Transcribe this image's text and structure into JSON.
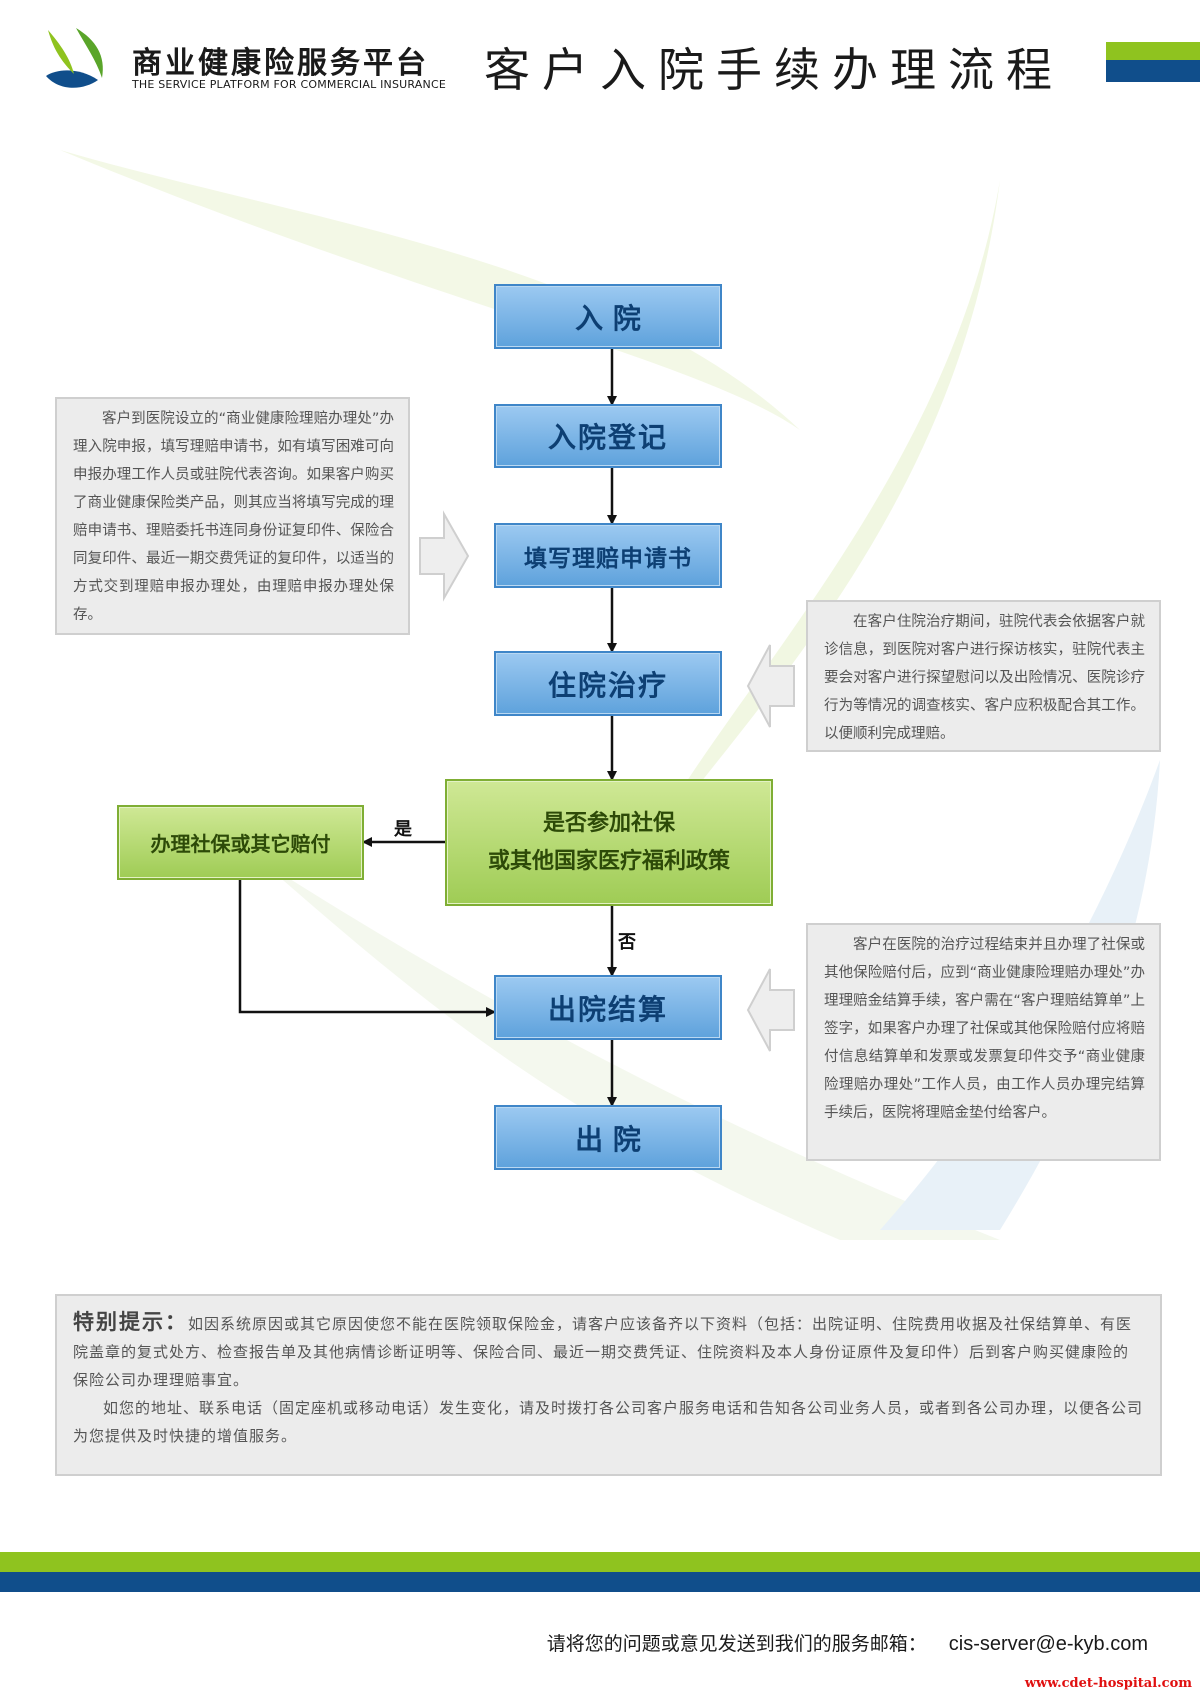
{
  "header": {
    "brand_cn": "商业健康险服务平台",
    "brand_en": "THE SERVICE PLATFORM FOR COMMERCIAL INSURANCE",
    "title": "客户入院手续办理流程"
  },
  "flow": {
    "admit": "入 院",
    "register": "入院登记",
    "claim_form": "填写理赔申请书",
    "treatment": "住院治疗",
    "decision_line1": "是否参加社保",
    "decision_line2": "或其他国家医疗福利政策",
    "social_claim": "办理社保或其它赔付",
    "settlement": "出院结算",
    "discharge": "出 院",
    "yes_label": "是",
    "no_label": "否"
  },
  "notes": {
    "left": "客户到医院设立的“商业健康险理赔办理处”办理入院申报，填写理赔申请书，如有填写困难可向申报办理工作人员或驻院代表咨询。如果客户购买了商业健康保险类产品，则其应当将填写完成的理赔申请书、理赔委托书连同身份证复印件、保险合同复印件、最近一期交费凭证的复印件，以适当的方式交到理赔申报办理处，由理赔申报办理处保存。",
    "right_top": "在客户住院治疗期间，驻院代表会依据客户就诊信息，到医院对客户进行探访核实，驻院代表主要会对客户进行探望慰问以及出险情况、医院诊疗行为等情况的调查核实、客户应积极配合其工作。以便顺利完成理赔。",
    "right_bottom": "客户在医院的治疗过程结束并且办理了社保或其他保险赔付后，应到“商业健康险理赔办理处”办理理赔金结算手续，客户需在“客户理赔结算单”上签字，如果客户办理了社保或其他保险赔付应将赔付信息结算单和发票或发票复印件交予“商业健康险理赔办理处”工作人员，由工作人员办理完结算手续后，医院将理赔金垫付给客户。"
  },
  "tip": {
    "heading": "特别提示：",
    "para1": "如因系统原因或其它原因使您不能在医院领取保险金，请客户应该备齐以下资料（包括：出院证明、住院费用收据及社保结算单、有医院盖章的复式处方、检查报告单及其他病情诊断证明等、保险合同、最近一期交费凭证、住院资料及本人身份证原件及复印件）后到客户购买健康险的保险公司办理理赔事宜。",
    "para2": "如您的地址、联系电话（固定座机或移动电话）发生变化，请及时拨打各公司客户服务电话和告知各公司业务人员，或者到各公司办理，以便各公司为您提供及时快捷的增值服务。"
  },
  "footer": {
    "contact_text": "请将您的问题或意见发送到我们的服务邮箱：",
    "email": "cis-server@e-kyb.com",
    "watermark": "www.cdet-hospital.com"
  },
  "colors": {
    "accent_green": "#8fc31f",
    "accent_blue": "#104e8b",
    "box_blue": "#5ea2dc",
    "box_green": "#9fcc55"
  }
}
